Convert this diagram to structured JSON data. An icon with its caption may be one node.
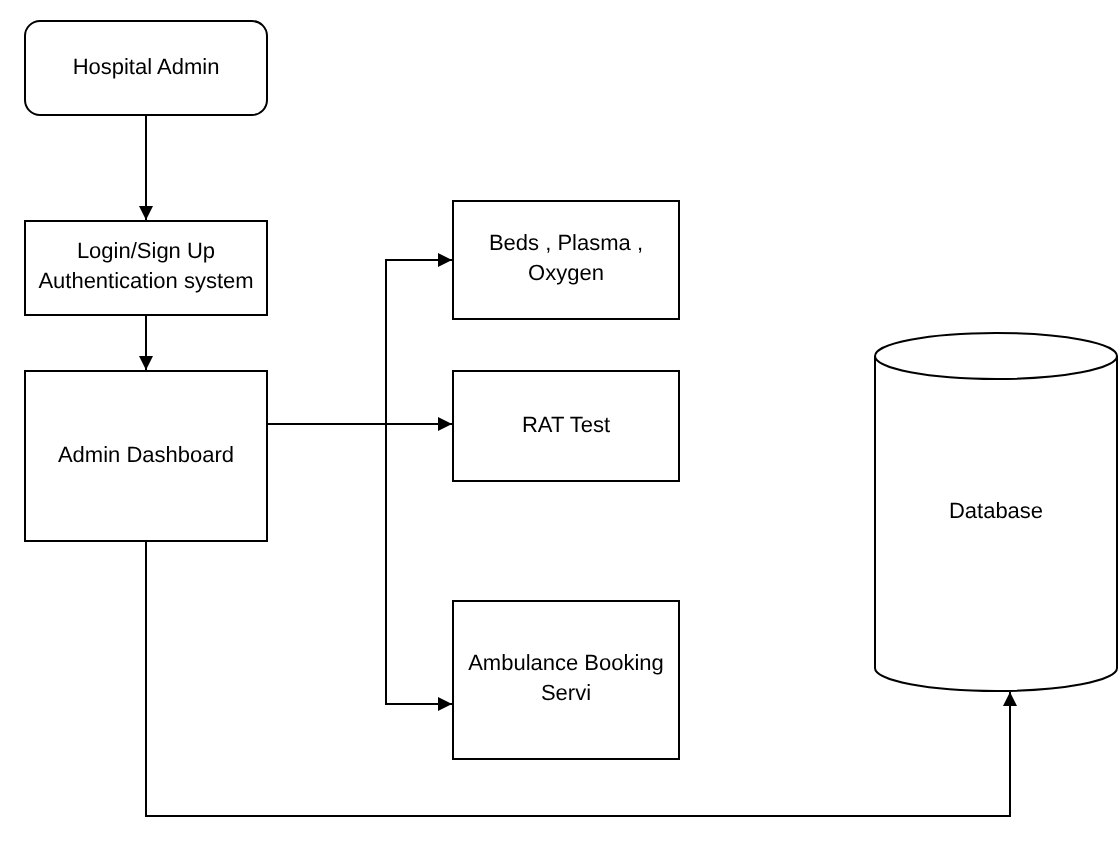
{
  "diagram": {
    "nodes": [
      {
        "text": [
          "Hospital Admin"
        ]
      },
      {
        "text": [
          "Login/Sign Up Authentication system"
        ]
      },
      {
        "text": [
          "Admin Dashboard"
        ]
      },
      {
        "text": [
          "Beds , Plasma , Oxygen"
        ]
      },
      {
        "text": [
          "RAT Test"
        ]
      },
      {
        "text": [
          "Ambulance Booking Servi"
        ]
      },
      {
        "text": [
          "Database"
        ]
      }
    ],
    "edges": [
      {
        "from": 0,
        "to": 1,
        "arrow": "to"
      },
      {
        "from": 1,
        "to": 2,
        "arrow": "to"
      },
      {
        "from": 2,
        "to": 3,
        "arrow": "to"
      },
      {
        "from": 2,
        "to": 4,
        "arrow": "to"
      },
      {
        "from": 2,
        "to": 5,
        "arrow": "to"
      },
      {
        "from": 2,
        "to": 6,
        "arrow": "to"
      }
    ]
  }
}
